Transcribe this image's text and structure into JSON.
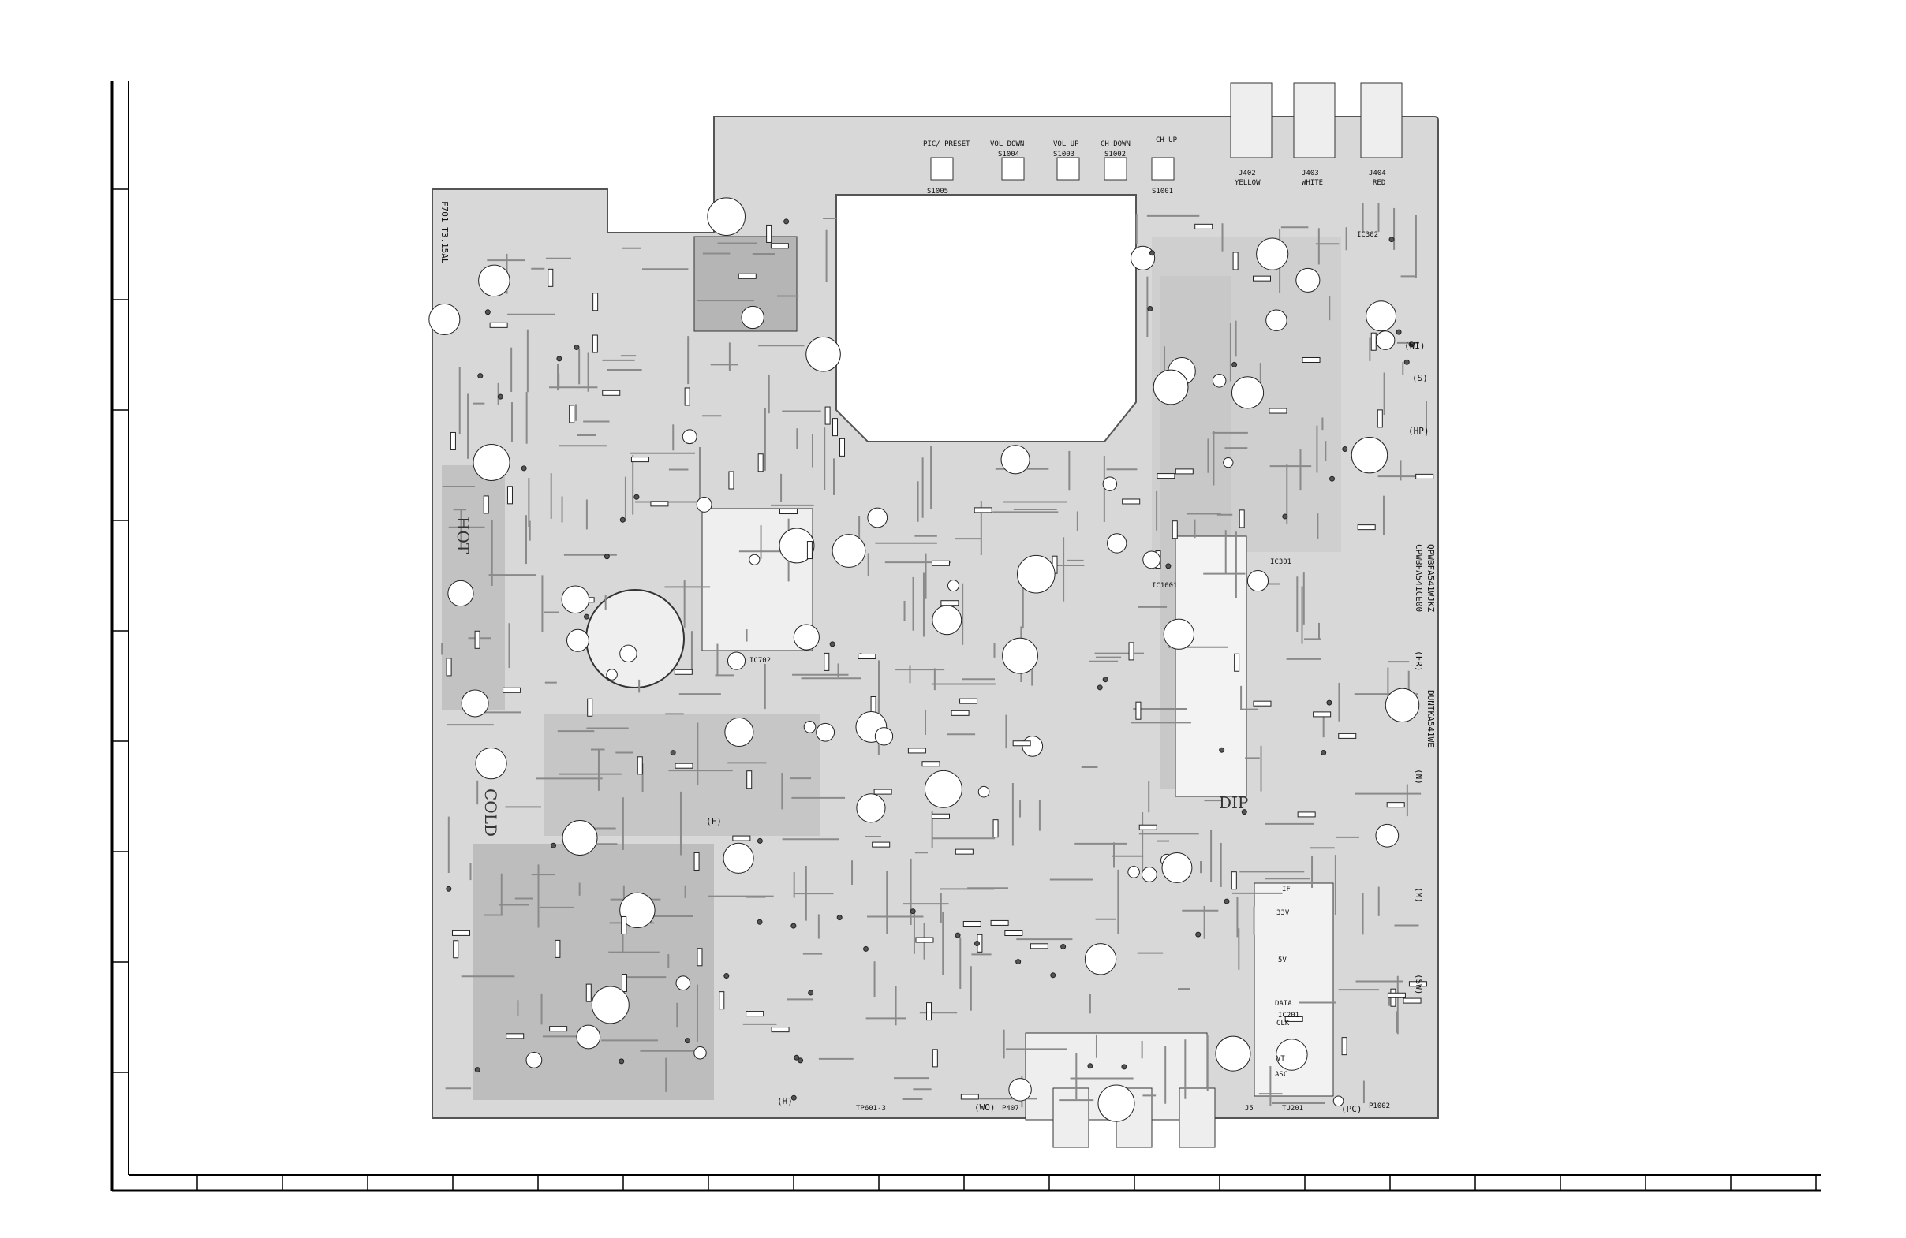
{
  "board": {
    "top_labels": [
      "PIC/ PRESET",
      "VOL DOWN",
      "VOL UP",
      "CH DOWN",
      "CH UP"
    ],
    "switches": [
      "S1005",
      "S1004",
      "S1003",
      "S1002",
      "S1001"
    ],
    "jacks": [
      {
        "ref": "J402",
        "color": "YELLOW"
      },
      {
        "ref": "J403",
        "color": "WHITE"
      },
      {
        "ref": "J404",
        "color": "RED"
      }
    ],
    "hot_label": "HOT",
    "cold_label": "COLD",
    "fuse_label": "F701 T3.15AL",
    "ic_labels": [
      "IC702",
      "IC1001",
      "IC302",
      "IC301",
      "IC201"
    ],
    "side_codes": [
      "QPWBFA541WJKZ",
      "DUNTKA541WE",
      "CPWBFA541CE00"
    ],
    "right_labels": [
      "(WI)",
      "(S)",
      "(HP)",
      "(FR)",
      "(N)",
      "(M)",
      "(SW)",
      "(PC)"
    ],
    "bottom_labels": [
      "(F)",
      "(H)",
      "(WO)",
      "J5",
      "TU201",
      "P1002",
      "P407",
      "TP601-3"
    ],
    "tuner_pins": [
      "5V",
      "33V",
      "DATA",
      "CLK",
      "VT",
      "ASC",
      "IF"
    ],
    "center_label": "DIP"
  }
}
